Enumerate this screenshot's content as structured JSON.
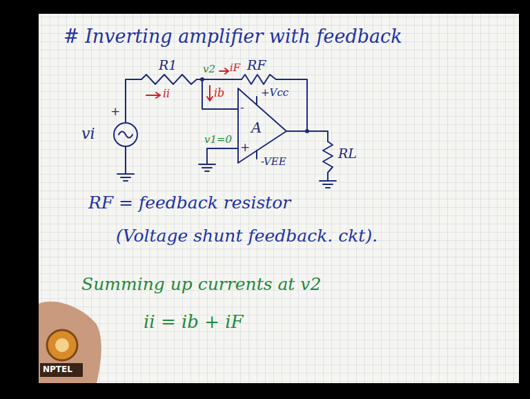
{
  "diagram": {
    "title": "# Inverting amplifier with feedback",
    "nodes": [
      {
        "text": [
          "-",
          "A",
          "+"
        ]
      }
    ],
    "labels": [
      "R1",
      "RF",
      "vi",
      "+",
      "ii",
      "v2",
      "iF",
      "ib",
      "+Vcc",
      "v1=0",
      "-VEE",
      "RL",
      "RF = feedback resistor",
      "(Voltage shunt feedback. ckt).",
      "Summing up currents at v2",
      "ii = ib + iF",
      "NPTEL"
    ]
  }
}
